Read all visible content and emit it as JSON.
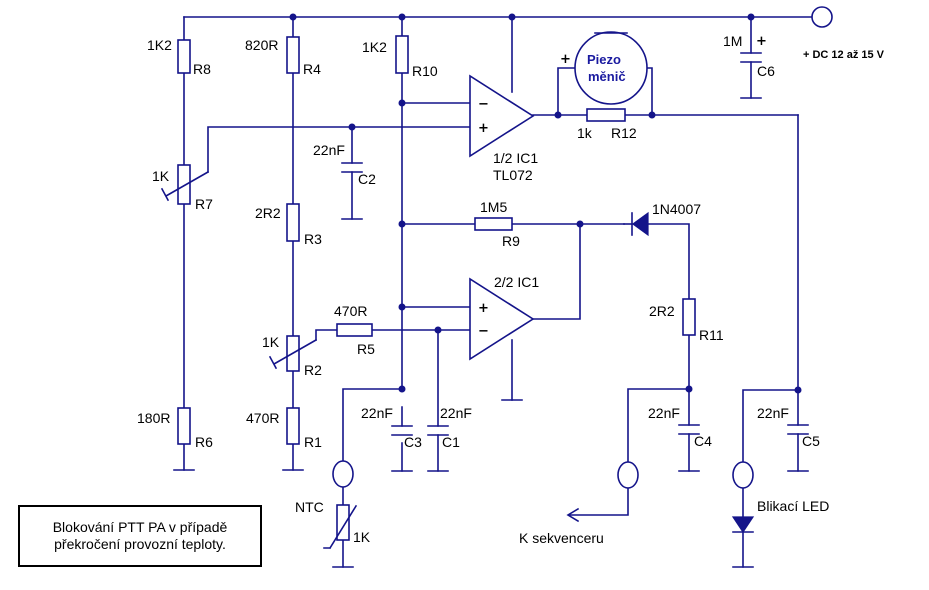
{
  "colors": {
    "wire": "#14148a",
    "text": "#000000",
    "piezo_text": "#1a1aa0",
    "background": "#ffffff"
  },
  "supply": {
    "label": "+ DC 12 až 15 V"
  },
  "resistors": {
    "r8": {
      "value": "1K2",
      "ref": "R8"
    },
    "r4": {
      "value": "820R",
      "ref": "R4"
    },
    "r10": {
      "value": "1K2",
      "ref": "R10"
    },
    "r7": {
      "value": "1K",
      "ref": "R7"
    },
    "r3": {
      "value": "2R2",
      "ref": "R3"
    },
    "r9": {
      "value": "1M5",
      "ref": "R9"
    },
    "r12": {
      "value": "1k",
      "ref": "R12"
    },
    "r5": {
      "value": "470R",
      "ref": "R5"
    },
    "r2": {
      "value": "1K",
      "ref": "R2"
    },
    "r11": {
      "value": "2R2",
      "ref": "R11"
    },
    "r6": {
      "value": "180R",
      "ref": "R6"
    },
    "r1": {
      "value": "470R",
      "ref": "R1"
    },
    "ntc": {
      "value": "1K",
      "ref": "NTC"
    }
  },
  "capacitors": {
    "c2": {
      "value": "22nF",
      "ref": "C2"
    },
    "c3": {
      "value": "22nF",
      "ref": "C3"
    },
    "c1": {
      "value": "22nF",
      "ref": "C1"
    },
    "c4": {
      "value": "22nF",
      "ref": "C4"
    },
    "c5": {
      "value": "22nF",
      "ref": "C5"
    },
    "c6": {
      "value": "1M",
      "ref": "C6",
      "polarity": "+"
    }
  },
  "ic": {
    "top": {
      "name": "1/2 IC1",
      "type": "TL072"
    },
    "bottom": {
      "name": "2/2 IC1"
    }
  },
  "opamp_pins": {
    "minus": "−",
    "plus": "+"
  },
  "piezo": {
    "line1": "Piezo",
    "line2": "měnič",
    "polarity": "+"
  },
  "diode": {
    "label": "1N4007"
  },
  "led": {
    "label": "Blikací LED"
  },
  "sequencer": {
    "label": "K sekvenceru"
  },
  "note": {
    "line1": "Blokování PTT PA v případě",
    "line2": "překročení provozní teploty."
  }
}
